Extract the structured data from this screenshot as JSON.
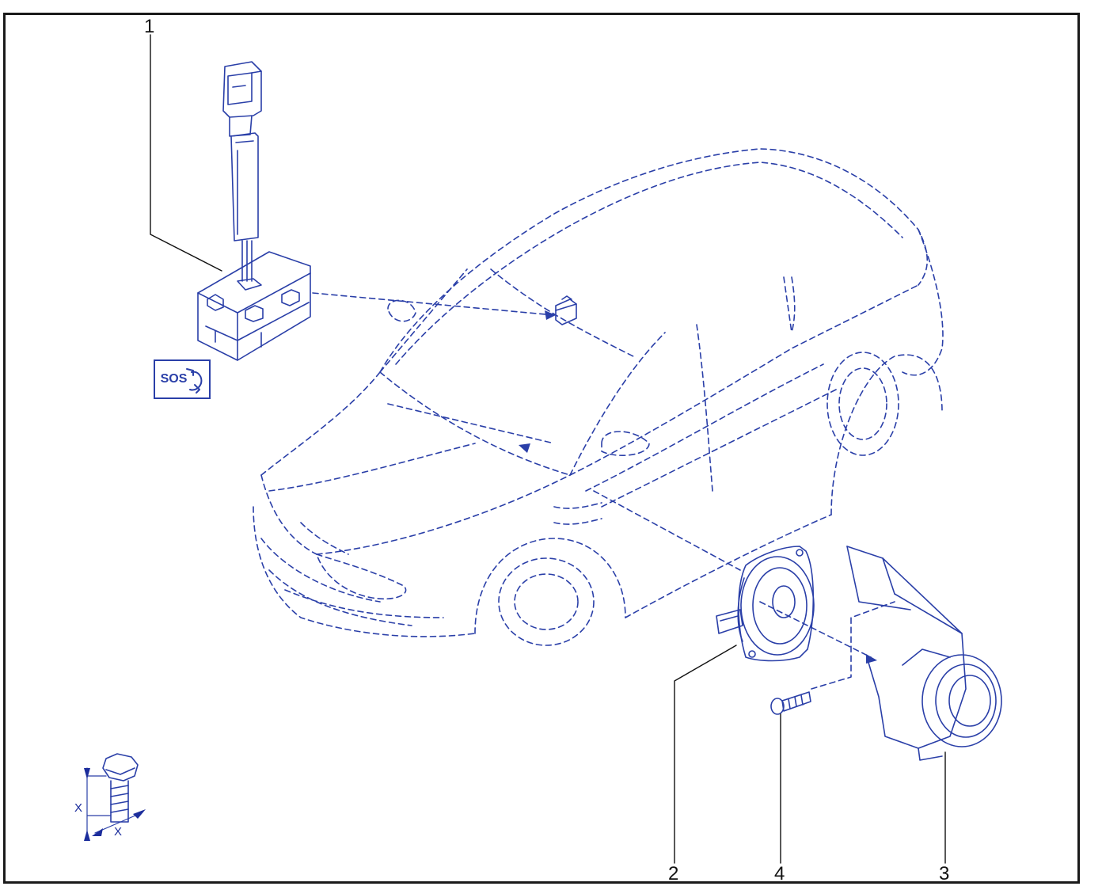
{
  "callouts": {
    "c1": "1",
    "c2": "2",
    "c3": "3",
    "c4": "4"
  },
  "sos_badge": {
    "text": "SOS",
    "icon": "phone-icon"
  },
  "tightening_symbol": {
    "label_vertical": "X",
    "label_horizontal": "X",
    "icon": "bolt-icon"
  },
  "colors": {
    "line": "#2a3fa8",
    "frame": "#1a1a1a",
    "text": "#111111"
  }
}
